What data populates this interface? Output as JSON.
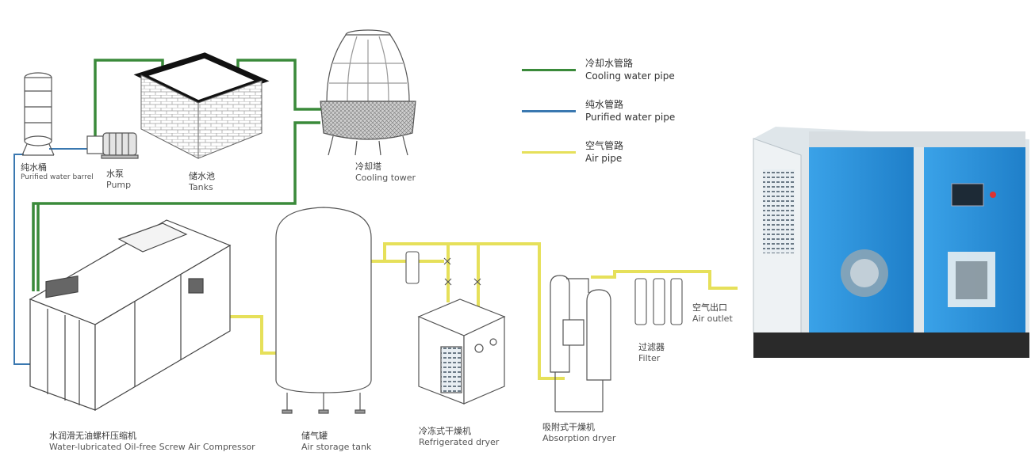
{
  "legend": {
    "items": [
      {
        "zh": "冷却水管路",
        "en": "Cooling water pipe",
        "color": "#3a8a3a"
      },
      {
        "zh": "纯水管路",
        "en": "Purified water pipe",
        "color": "#3a78b0"
      },
      {
        "zh": "空气管路",
        "en": "Air pipe",
        "color": "#e6e05a"
      }
    ]
  },
  "components": {
    "barrel": {
      "zh": "纯水桶",
      "en": "Purified water barrel"
    },
    "pump": {
      "zh": "水泵",
      "en": "Pump"
    },
    "tanks": {
      "zh": "储水池",
      "en": "Tanks"
    },
    "tower": {
      "zh": "冷却塔",
      "en": "Cooling tower"
    },
    "compressor": {
      "zh": "水润滑无油螺杆压缩机",
      "en": "Water-lubricated Oil-free Screw Air Compressor"
    },
    "storage": {
      "zh": "储气罐",
      "en": "Air storage tank"
    },
    "refdryer": {
      "zh": "冷冻式干燥机",
      "en": "Refrigerated dryer"
    },
    "absdryer": {
      "zh": "吸附式干燥机",
      "en": "Absorption dryer"
    },
    "filter": {
      "zh": "过滤器",
      "en": "Filter"
    },
    "outlet": {
      "zh": "空气出口",
      "en": "Air outlet"
    }
  },
  "colors": {
    "cooling": "#3a8a3a",
    "purified": "#3a78b0",
    "air": "#e6e05a",
    "machine_blue": "#2e8fd6",
    "outline": "#555555"
  }
}
